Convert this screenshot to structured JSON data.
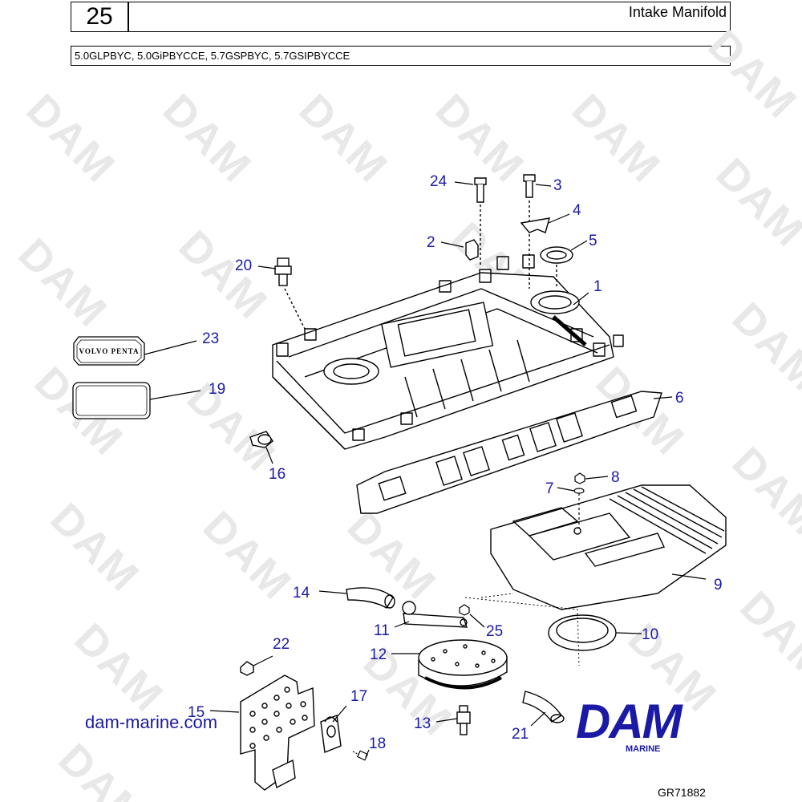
{
  "header": {
    "section_number": "25",
    "title": "Intake Manifold",
    "models": "5.0GLPBYC, 5.0GiPBYCCE, 5.7GSPBYC, 5.7GSIPBYCCE"
  },
  "parts": {
    "p1": "1",
    "p2": "2",
    "p3": "3",
    "p4": "4",
    "p5": "5",
    "p6": "6",
    "p7": "7",
    "p8": "8",
    "p9": "9",
    "p10": "10",
    "p11": "11",
    "p12": "12",
    "p13": "13",
    "p14": "14",
    "p15": "15",
    "p16": "16",
    "p17": "17",
    "p18": "18",
    "p19": "19",
    "p20": "20",
    "p21": "21",
    "p22": "22",
    "p23": "23",
    "p24": "24",
    "p25": "25"
  },
  "watermark": "DAM",
  "plate_logo_text": "VOLVO PENTA",
  "footer": {
    "website": "dam-marine.com",
    "logo": "DAM",
    "logo_sub": "MARINE",
    "figure_code": "GR71882"
  },
  "colors": {
    "label": "#1a1aa6",
    "watermark": "#e8e8e8",
    "line": "#000000"
  }
}
